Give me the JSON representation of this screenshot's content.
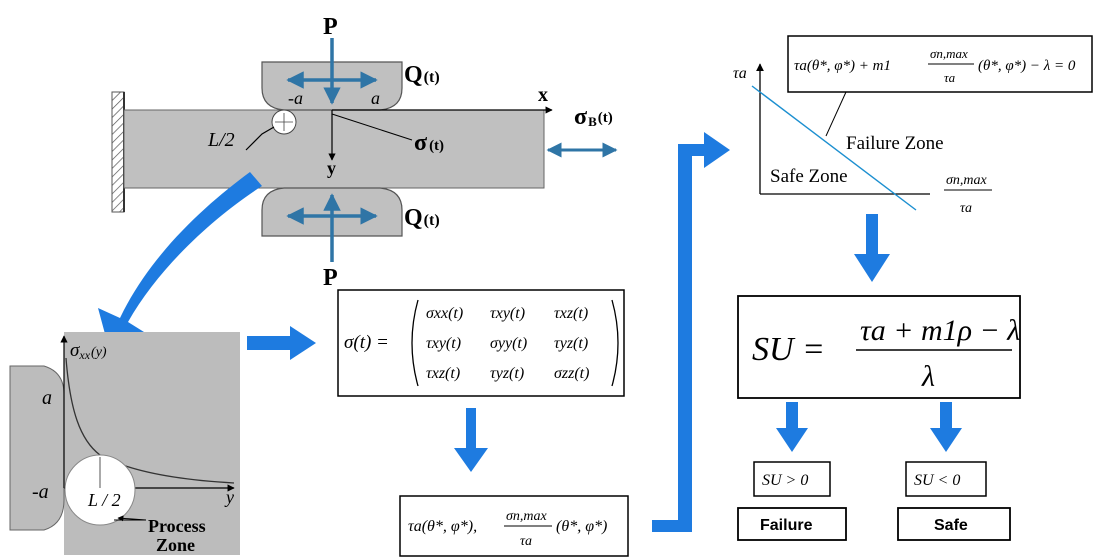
{
  "specimen": {
    "load_top": "P",
    "load_bottom": "P",
    "shear_top": "Q",
    "shear_top_arg": "(t)",
    "shear_bottom": "Q",
    "shear_bottom_arg": "(t)",
    "neg_a": "-a",
    "pos_a": "a",
    "x_axis": "x",
    "y_axis": "y",
    "half_length": "L/2",
    "stress": "σ",
    "stress_arg": "(t)",
    "bulk_stress": "σ",
    "bulk_stress_sub": "B",
    "bulk_stress_arg": "(t)"
  },
  "zoom": {
    "ylabel": "σ",
    "ylabel_sub": "xx",
    "ylabel_arg": "(y)",
    "a_top": "a",
    "a_bottom": "-a",
    "half_length": "L / 2",
    "x_axis": "y",
    "process_zone_line1": "Process",
    "process_zone_line2": "Zone"
  },
  "tensor": {
    "lhs": "σ(t) =",
    "rows": [
      [
        "σxx(t)",
        "τxy(t)",
        "τxz(t)"
      ],
      [
        "τxy(t)",
        "σyy(t)",
        "τyz(t)"
      ],
      [
        "τxz(t)",
        "τyz(t)",
        "σzz(t)"
      ]
    ]
  },
  "params": {
    "left": "τa(θ*, φ*),",
    "num": "σn,max",
    "den": "τa",
    "right": "(θ*, φ*)"
  },
  "criterion": {
    "equation_left": "τa(θ*, φ*) + m1",
    "equation_num": "σn,max",
    "equation_den": "τa",
    "equation_right": "(θ*, φ*) − λ = 0",
    "y_axis": "τa",
    "x_axis_num": "σn,max",
    "x_axis_den": "τa",
    "failure_zone": "Failure Zone",
    "safe_zone": "Safe Zone"
  },
  "su": {
    "lhs": "SU =",
    "numerator": "τa + m1ρ − λ",
    "denominator": "λ",
    "cond_failure": "SU > 0",
    "cond_safe": "SU < 0",
    "result_failure": "Failure",
    "result_safe": "Safe"
  },
  "colors": {
    "arrow_blue": "#1e7be0",
    "steel_blue": "#2f75a6",
    "specimen_gray": "#c0c0c0",
    "zoom_gray": "#bcbcbc"
  }
}
